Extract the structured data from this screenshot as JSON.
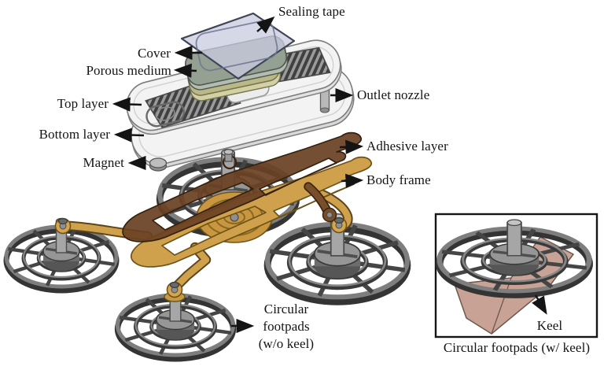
{
  "labels": {
    "sealing_tape": "Sealing tape",
    "cover": "Cover",
    "porous_medium": "Porous medium",
    "top_layer": "Top layer",
    "bottom_layer": "Bottom layer",
    "magnet": "Magnet",
    "outlet_nozzle": "Outlet nozzle",
    "adhesive_layer": "Adhesive layer",
    "body_frame": "Body frame",
    "circular_footpads_wo_keel": "Circular\nfootpads\n(w/o keel)",
    "keel": "Keel",
    "inset_caption": "Circular footpads (w/ keel)"
  },
  "colors": {
    "sealing_tape": "#c9cce0",
    "sealing_tape_edge": "#3f4556",
    "cover": "#93a092",
    "porous_medium": "#bab887",
    "plate": "#f3f3f3",
    "plate_edge": "#d8d8d8",
    "plate_outline": "#7d7d7d",
    "rib_dark": "#404040",
    "rib_light": "#9b9b9b",
    "adhesive_layer": "#6b4223",
    "body_frame": "#d0a14c",
    "footpad_gray": "#7e7e7e",
    "footpad_dark": "#343434",
    "keel": "#c7a295",
    "ink": "#141414"
  }
}
